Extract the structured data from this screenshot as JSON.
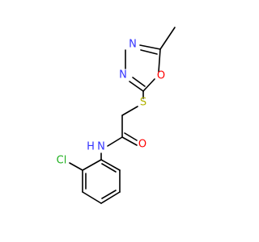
{
  "molecule": {
    "atoms": {
      "n1": {
        "label": "N",
        "color": "#3333ff"
      },
      "n2": {
        "label": "N",
        "color": "#3333ff"
      },
      "o_ring": {
        "label": "O",
        "color": "#ff0000"
      },
      "s": {
        "label": "S",
        "color": "#b2b200"
      },
      "o_carbonyl": {
        "label": "O",
        "color": "#ff0000"
      },
      "nh": {
        "label": "N",
        "color": "#3333ff"
      },
      "h": {
        "label": "H",
        "color": "#3333ff"
      },
      "cl": {
        "label": "Cl",
        "color": "#1fb01f"
      }
    },
    "bond_color": "#000000"
  }
}
